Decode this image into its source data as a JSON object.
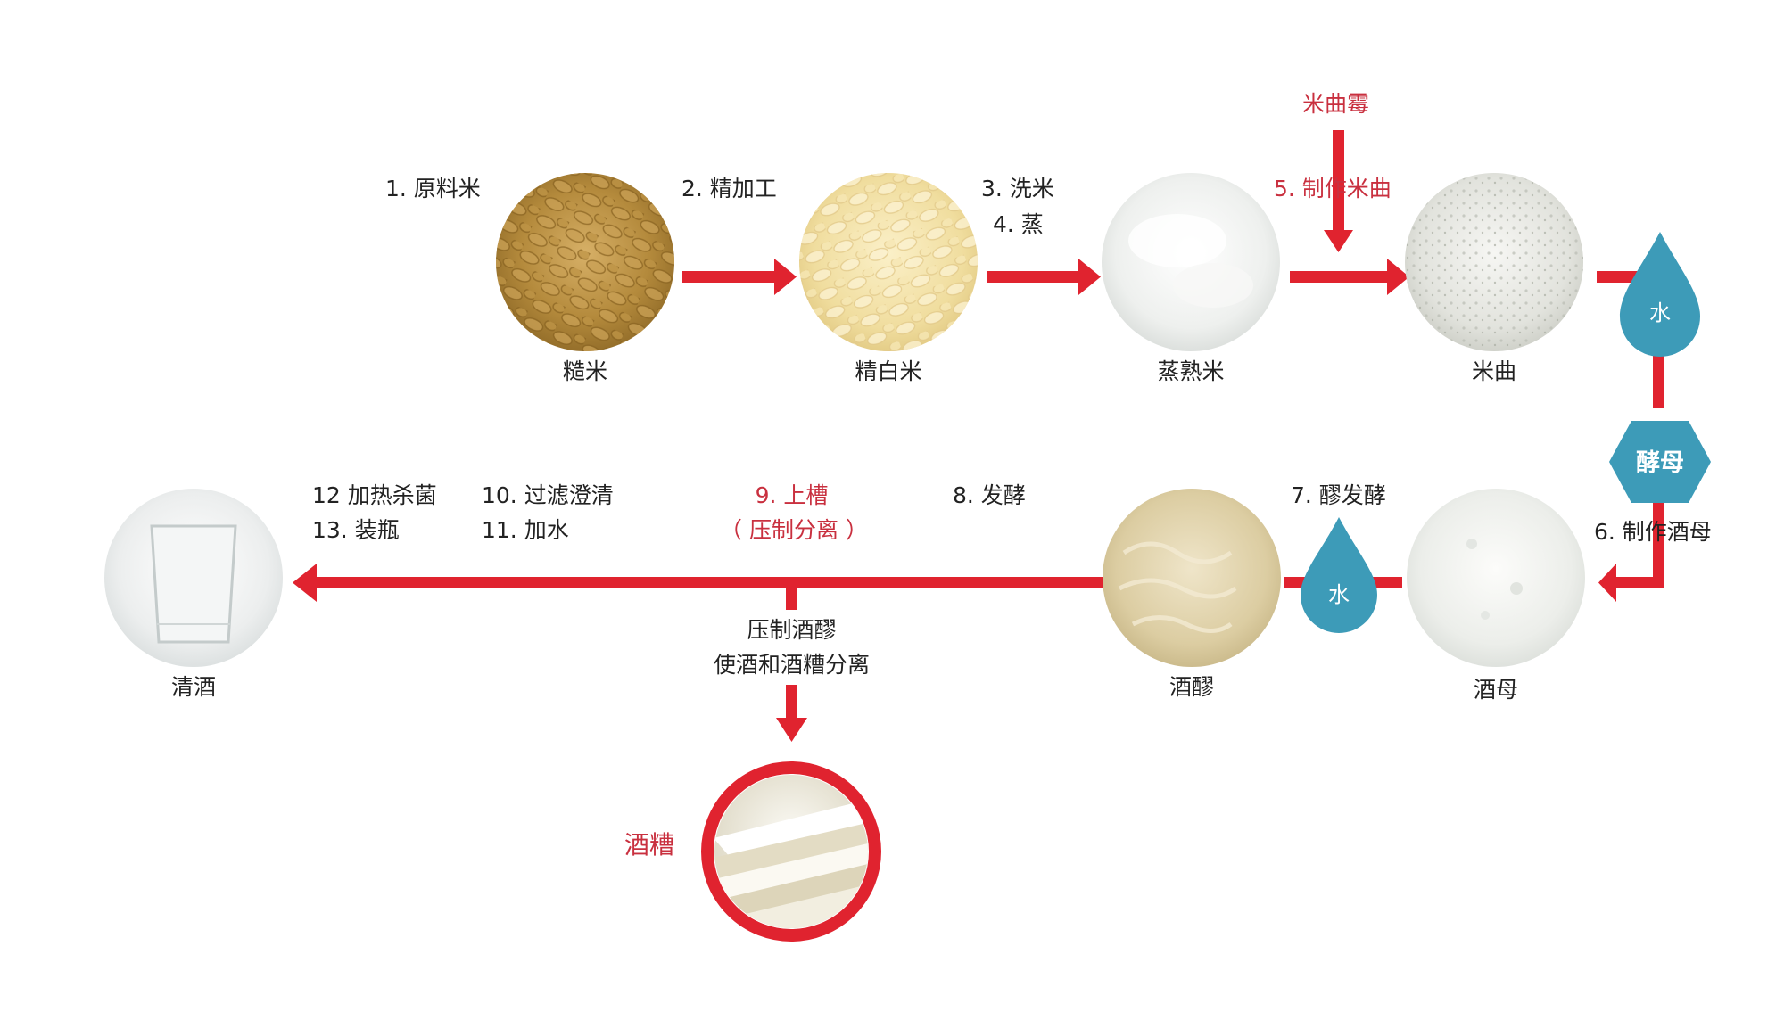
{
  "colors": {
    "arrow": "#e0232f",
    "highlight_text": "#c9303f",
    "water": "#3d9bb8",
    "yeast": "#3d9bb8",
    "text": "#222222"
  },
  "steps": {
    "s1": "1. 原料米",
    "s2": "2. 精加工",
    "s3": "3. 洗米",
    "s4": "4. 蒸",
    "koji_mold": "米曲霉",
    "s5": "5. 制作米曲",
    "s6": "6. 制作酒母",
    "s7": "7. 醪发酵",
    "s8": "8. 发酵",
    "s9_line1": "9. 上槽",
    "s9_line2": "（ 压制分离 ）",
    "s10": "10. 过滤澄清",
    "s11": "11. 加水",
    "s12": "12 加热杀菌",
    "s13": "13. 装瓶",
    "press_line1": "压制酒醪",
    "press_line2": "使酒和酒糟分离"
  },
  "materials": {
    "brown_rice": "糙米",
    "polished_rice": "精白米",
    "steamed_rice": "蒸熟米",
    "rice_koji": "米曲",
    "yeast_starter": "酒母",
    "moromi": "酒醪",
    "sake": "清酒",
    "lees": "酒糟"
  },
  "badges": {
    "water_1": "水",
    "yeast": "酵母",
    "water_2": "水"
  }
}
